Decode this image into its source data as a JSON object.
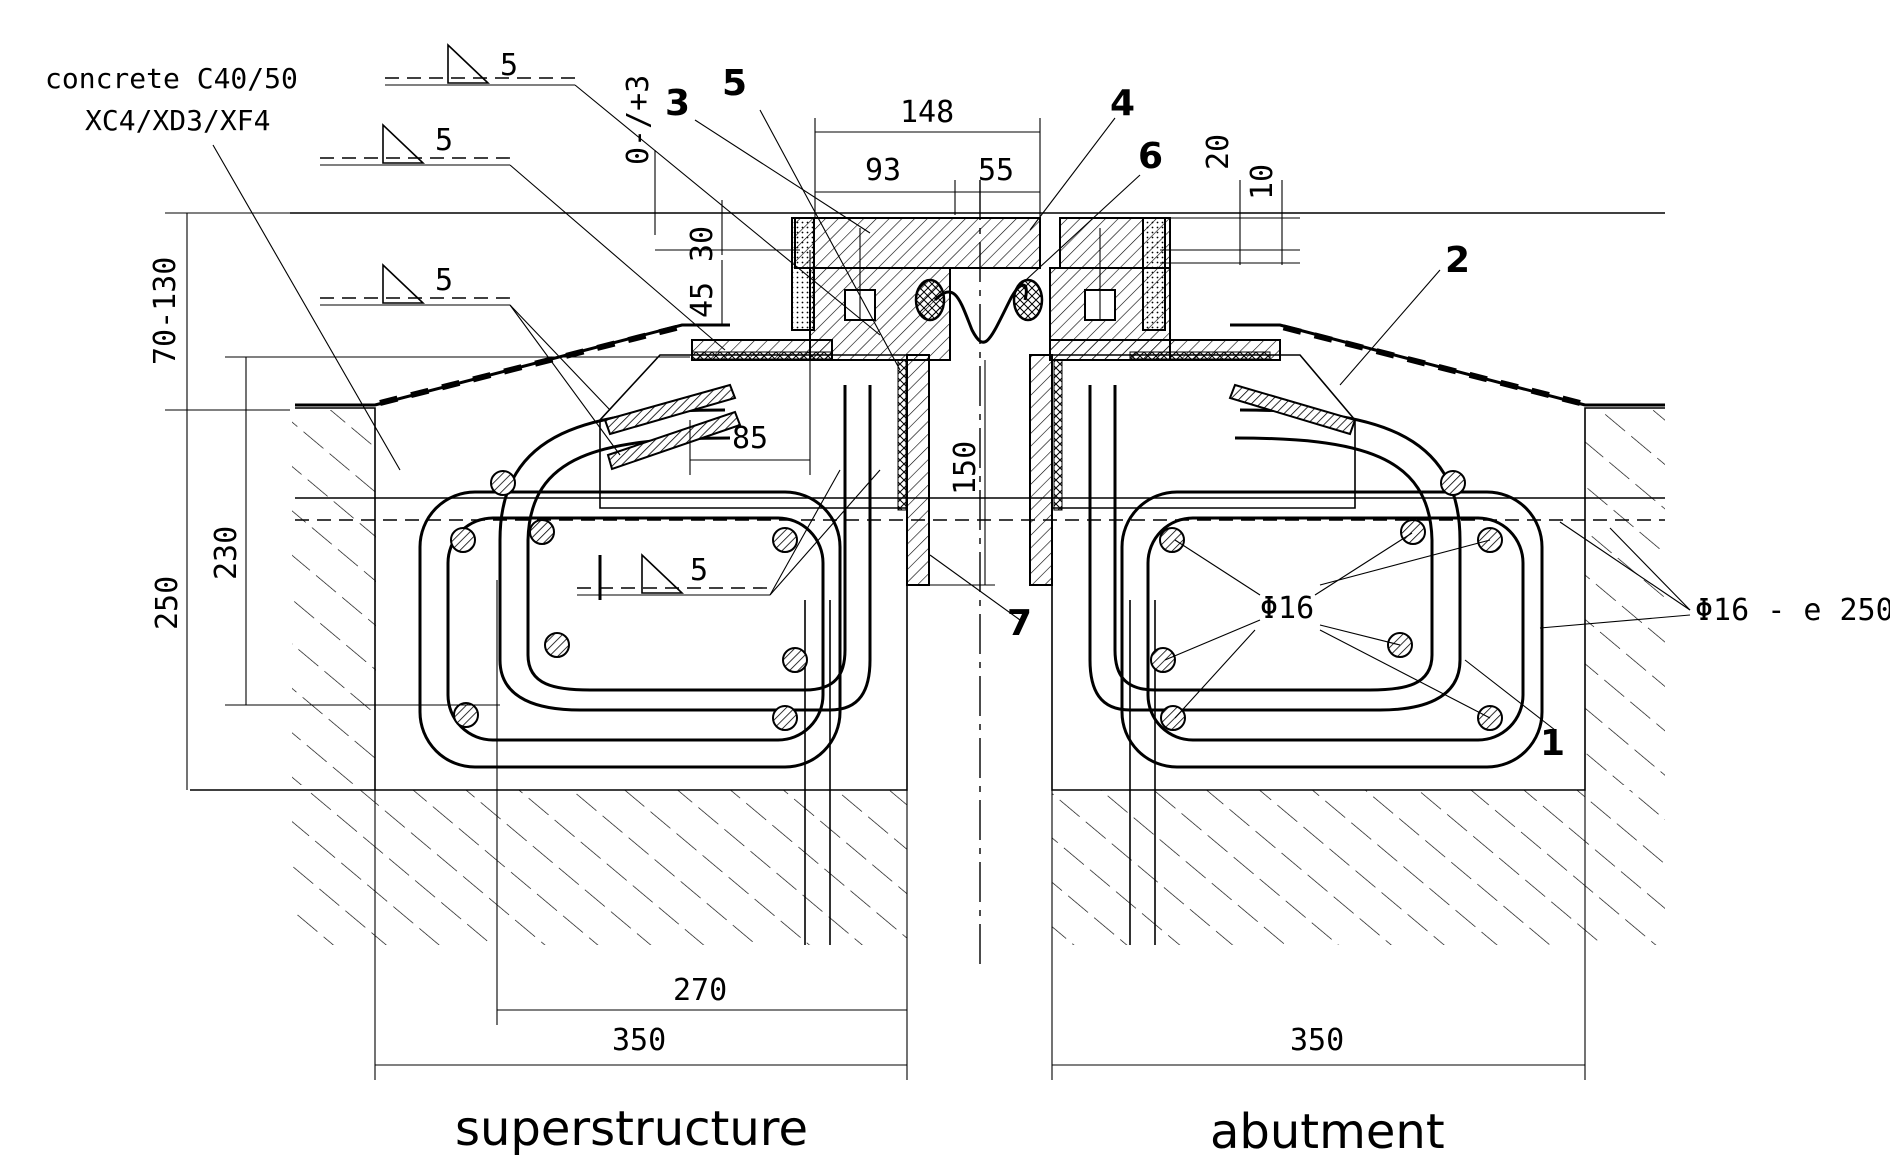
{
  "notes": {
    "concrete_line1": "concrete C40/50",
    "concrete_line2": "XC4/XD3/XF4"
  },
  "welds": [
    {
      "symbol": "weld-triangle",
      "size": "5"
    },
    {
      "symbol": "weld-triangle",
      "size": "5"
    },
    {
      "symbol": "weld-triangle",
      "size": "5"
    },
    {
      "symbol": "weld-triangle",
      "size": "5"
    }
  ],
  "dimensions": {
    "d148": "148",
    "d93": "93",
    "d55": "55",
    "d20": "20",
    "d10": "10",
    "d0_3": "0-/+3",
    "d30": "30",
    "d45": "45",
    "d70_130": "70-130",
    "d85": "85",
    "d150": "150",
    "d230": "230",
    "d250": "250",
    "d270": "270",
    "d350_left": "350",
    "d350_right": "350"
  },
  "callouts": {
    "c1": "1",
    "c2": "2",
    "c3": "3",
    "c4": "4",
    "c5": "5",
    "c6": "6",
    "c7": "7"
  },
  "rebar_labels": {
    "phi16": "Φ16",
    "phi16_e250": "Φ16 - e 250"
  },
  "sections": {
    "left": "superstructure",
    "right": "abutment"
  }
}
